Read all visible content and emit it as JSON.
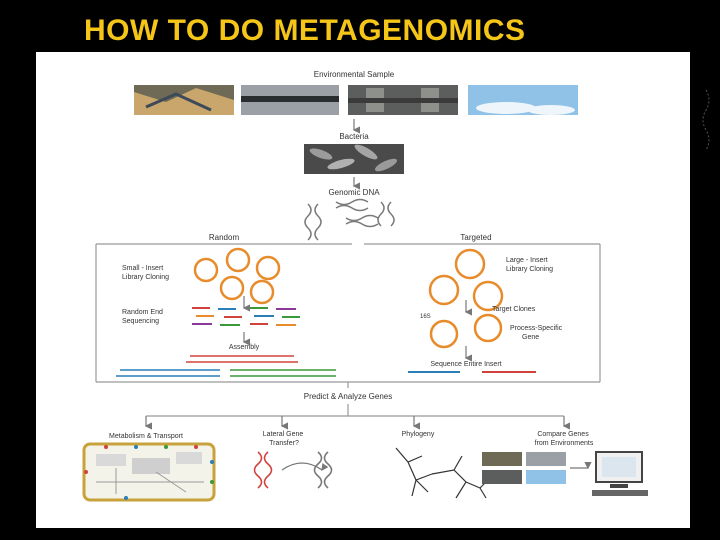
{
  "slide_title": "HOW TO DO  METAGENOMICS",
  "diagram": {
    "environmental_sample": "Environmental Sample",
    "bacteria": "Bacteria",
    "genomic_dna": "Genomic DNA",
    "random": "Random",
    "targeted": "Targeted",
    "small_insert": [
      "Small - Insert",
      "Library Cloning"
    ],
    "random_end": [
      "Random End",
      "Sequencing"
    ],
    "assembly": "Assembly",
    "large_insert": [
      "Large - Insert",
      "Library Cloning"
    ],
    "target_clones": "Target Clones",
    "tgs": "16S",
    "process_specific": [
      "Process-Specific",
      "Gene"
    ],
    "sequence_entire": "Sequence Entire Insert",
    "predict": "Predict & Analyze Genes",
    "metabolism": "Metabolism & Transport",
    "lateral": [
      "Lateral Gene",
      "Transfer?"
    ],
    "phylogeny": "Phylogeny",
    "compare": [
      "Compare Genes",
      "from Environments"
    ]
  },
  "colors": {
    "title": "#f5c518",
    "dna_red": "#d0433a",
    "clone_orange": "#e88b2a",
    "seq_blue": "#2a7fb8"
  }
}
